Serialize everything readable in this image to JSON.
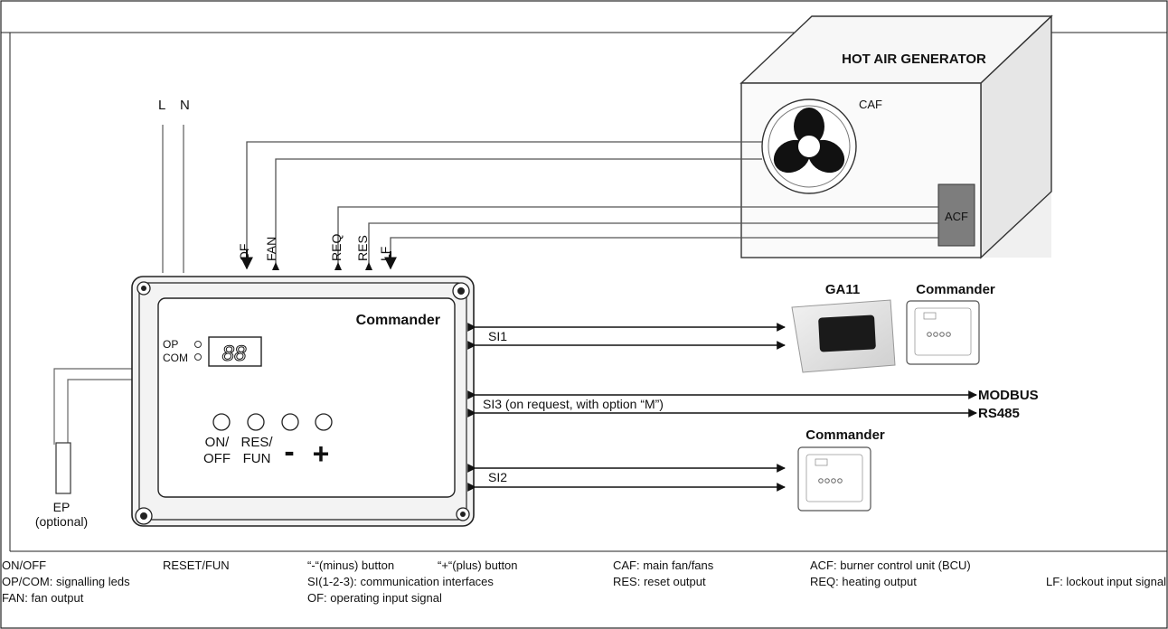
{
  "hot_air_generator": {
    "title": "HOT AIR GENERATOR",
    "caf_label": "CAF",
    "acf_label": "ACF"
  },
  "power": {
    "l": "L",
    "n": "N"
  },
  "signals": {
    "of": "OF",
    "fan": "FAN",
    "req": "REQ",
    "res": "RES",
    "lf": "LF"
  },
  "commander": {
    "title": "Commander",
    "led_op": "OP",
    "led_com": "COM",
    "display": "88",
    "btn_onoff_1": "ON/",
    "btn_onoff_2": "OFF",
    "btn_resfun_1": "RES/",
    "btn_resfun_2": "FUN",
    "btn_minus": "-",
    "btn_plus": "+"
  },
  "probe": {
    "name": "EP",
    "note": "(optional)"
  },
  "links": {
    "si1": "SI1",
    "si3": "SI3 (on request, with option “M”)",
    "si2": "SI2",
    "modbus": "MODBUS",
    "rs485": "RS485"
  },
  "devices": {
    "ga11": "GA11",
    "commander_top": "Commander",
    "commander_bottom": "Commander"
  },
  "legend": {
    "r1c1": "ON/OFF",
    "r1c2": "RESET/FUN",
    "r1c3": "“-“(minus) button",
    "r1c4": "“+“(plus) button",
    "r1c5": "CAF: main fan/fans",
    "r1c6": "ACF: burner control unit (BCU)",
    "r2c1": "OP/COM: signalling leds",
    "r2c2": "SI(1-2-3): communication interfaces",
    "r2c3": "RES: reset output",
    "r2c4": "REQ: heating output",
    "r2c5": "LF: lockout input signal",
    "r3c1": "FAN: fan output",
    "r3c2": "OF: operating input signal"
  }
}
